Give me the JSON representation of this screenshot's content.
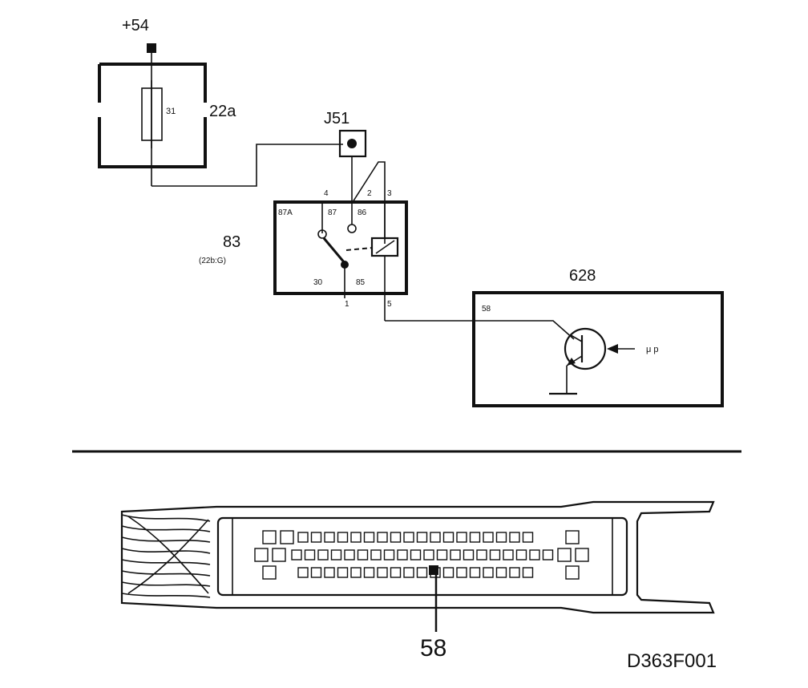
{
  "power": {
    "label": "+54"
  },
  "fuse_box": {
    "label": "22a",
    "fuse_number": "31"
  },
  "junction": {
    "label": "J51"
  },
  "relay": {
    "label": "83",
    "sub_label": "(22b:G)",
    "terminals": {
      "t87a": "87A",
      "t87": "87",
      "t86": "86",
      "t30": "30",
      "t85": "85",
      "p4": "4",
      "p2": "2",
      "p3": "3",
      "p1": "1",
      "p5": "5"
    }
  },
  "ecu": {
    "label": "628",
    "pin": "58",
    "input_label": "μ p"
  },
  "connector": {
    "pin_callout": "58"
  },
  "figure_id": "D363F001"
}
